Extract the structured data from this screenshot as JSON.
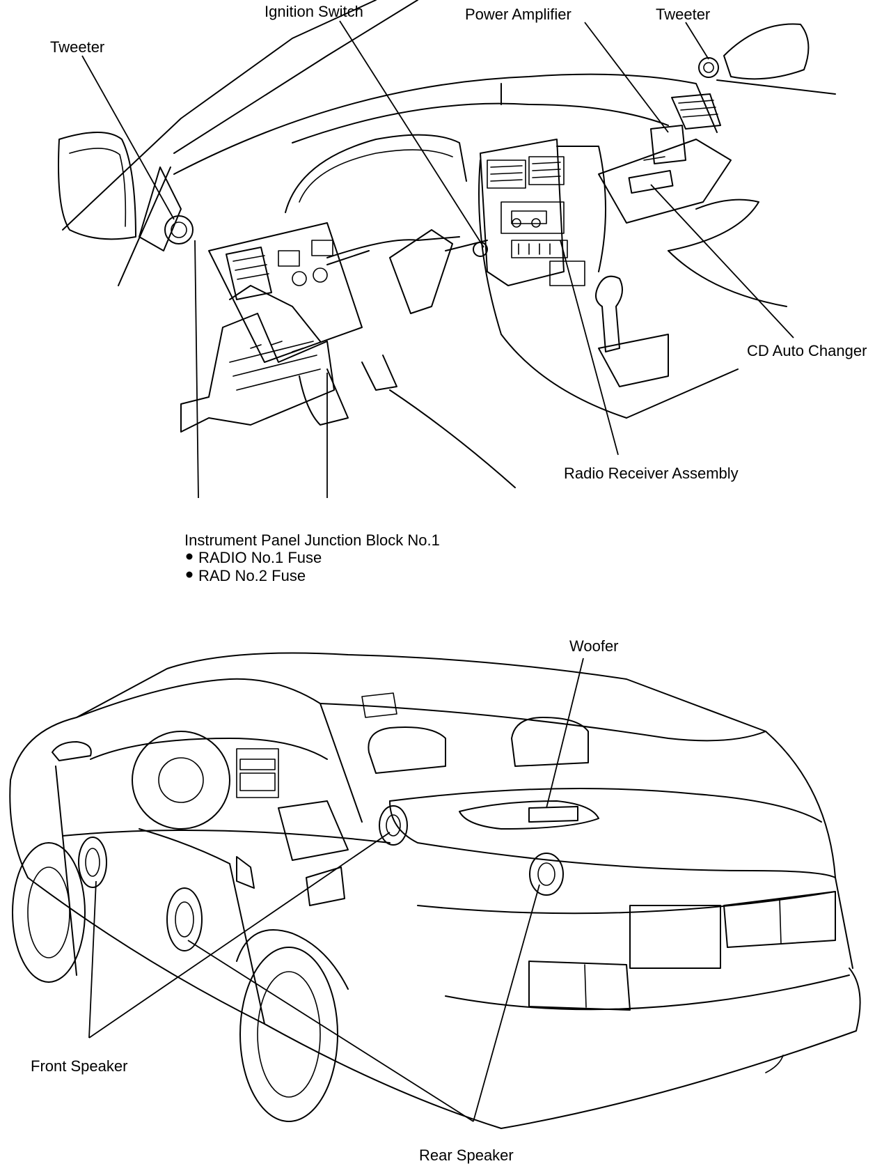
{
  "top_figure": {
    "labels": {
      "tweeter_left": "Tweeter",
      "ignition_switch": "Ignition Switch",
      "power_amplifier": "Power Amplifier",
      "tweeter_right": "Tweeter",
      "cd_auto_changer": "CD Auto Changer",
      "radio_receiver": "Radio Receiver Assembly",
      "junction_block": "Instrument Panel Junction Block No.1",
      "fuse_1": "RADIO No.1 Fuse",
      "fuse_2": "RAD No.2 Fuse"
    }
  },
  "bottom_figure": {
    "labels": {
      "woofer": "Woofer",
      "front_speaker": "Front Speaker",
      "rear_speaker": "Rear Speaker"
    }
  }
}
